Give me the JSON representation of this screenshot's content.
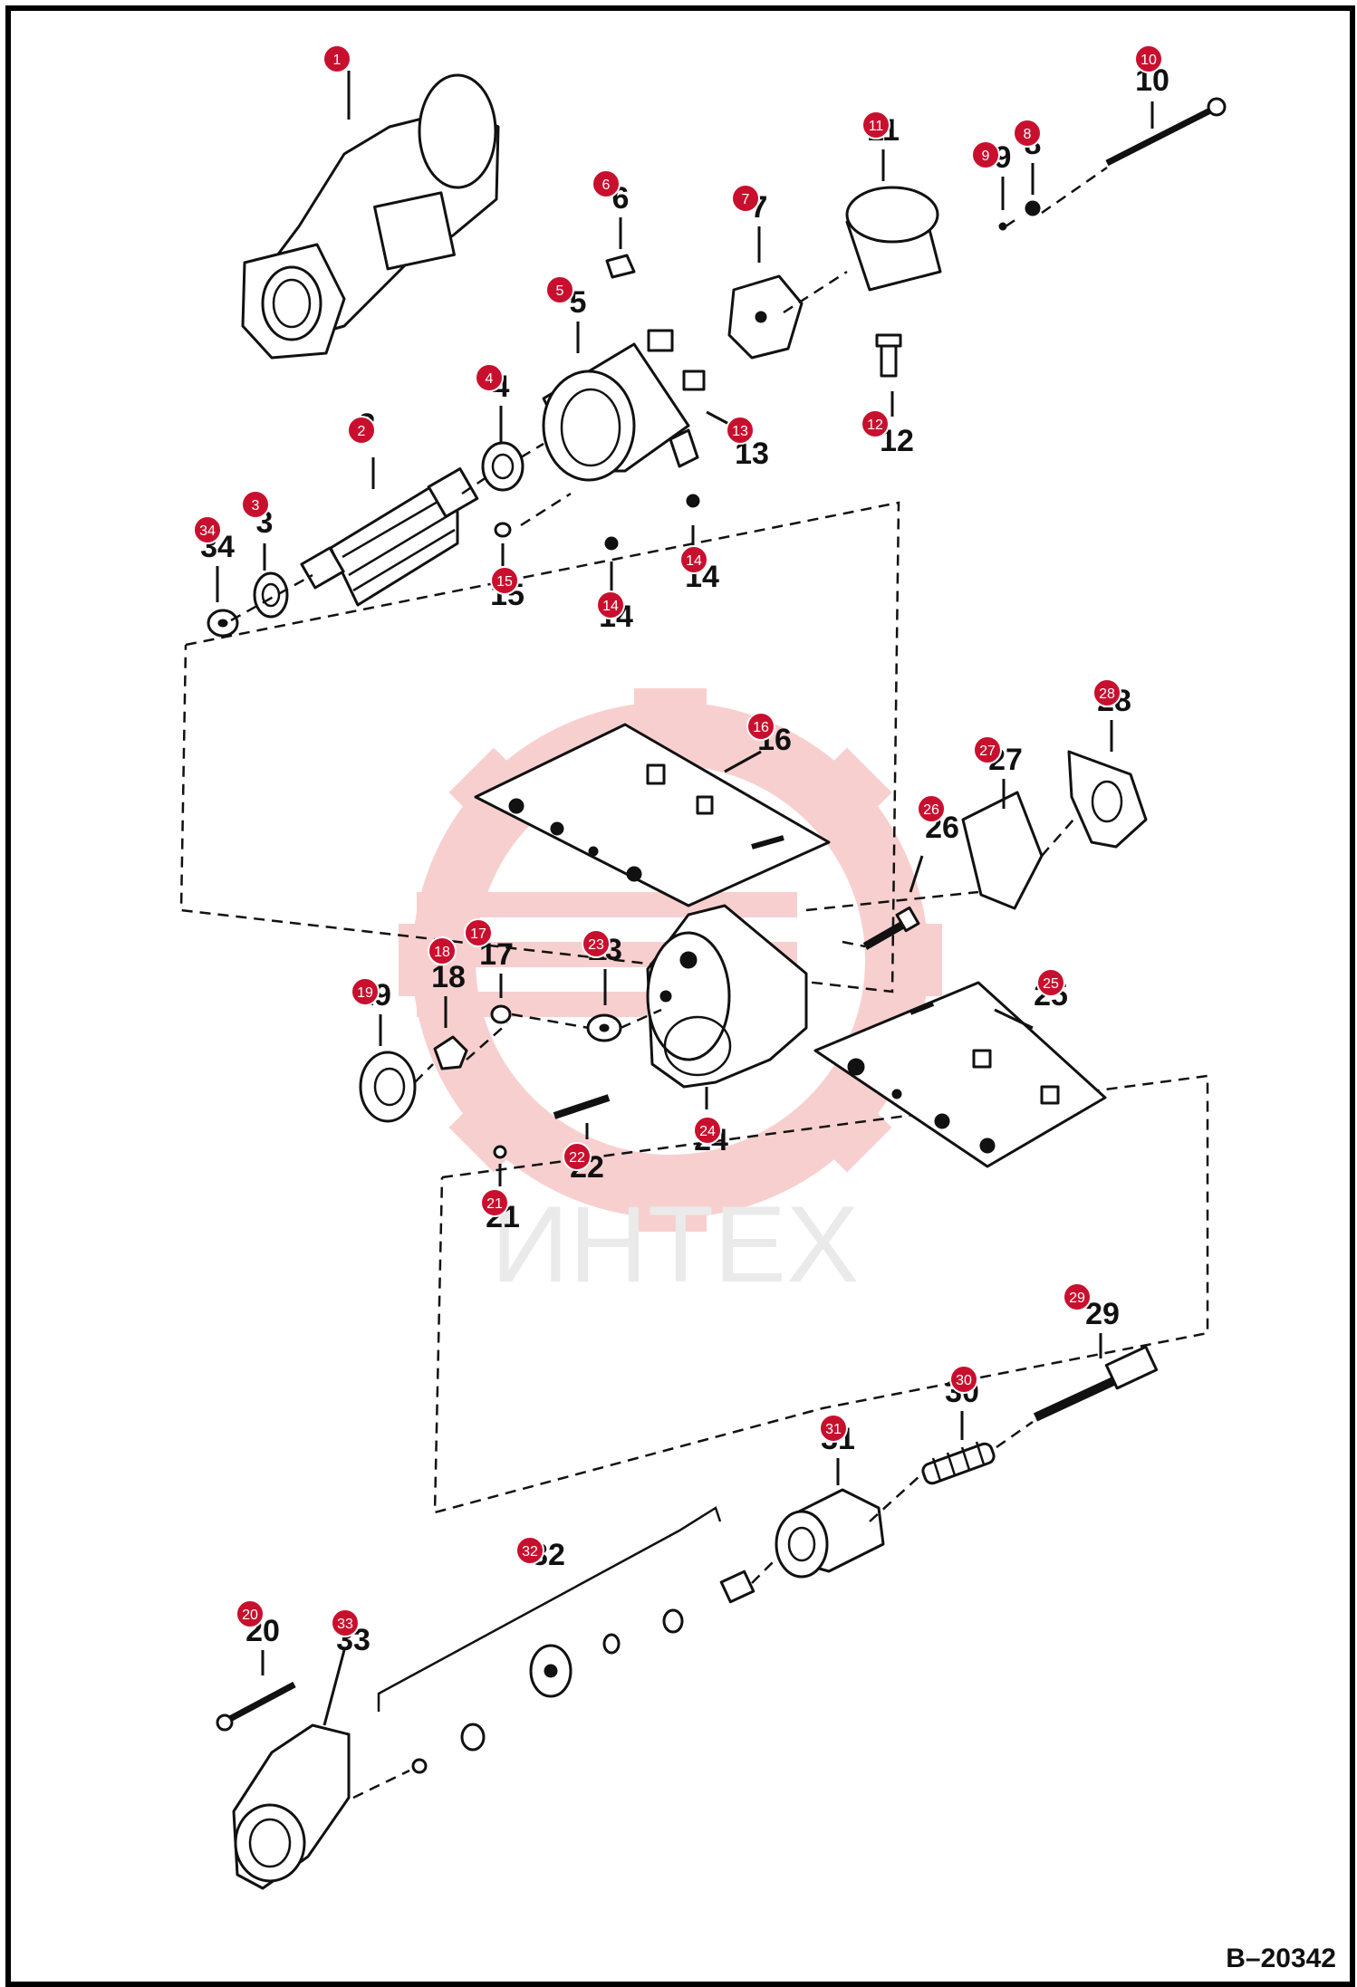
{
  "drawing": {
    "code": "B–20342",
    "watermark_text": "ИНТЕХ",
    "watermark_color": "#f4a9a9",
    "badge_color": "#c8102e"
  },
  "callouts": [
    {
      "n": "1"
    },
    {
      "n": "2"
    },
    {
      "n": "3"
    },
    {
      "n": "4"
    },
    {
      "n": "5"
    },
    {
      "n": "6"
    },
    {
      "n": "7"
    },
    {
      "n": "8"
    },
    {
      "n": "9"
    },
    {
      "n": "10"
    },
    {
      "n": "11"
    },
    {
      "n": "12"
    },
    {
      "n": "13"
    },
    {
      "n": "14"
    },
    {
      "n": "14"
    },
    {
      "n": "15"
    },
    {
      "n": "16"
    },
    {
      "n": "17"
    },
    {
      "n": "18"
    },
    {
      "n": "19"
    },
    {
      "n": "20"
    },
    {
      "n": "21"
    },
    {
      "n": "22"
    },
    {
      "n": "23"
    },
    {
      "n": "24"
    },
    {
      "n": "25"
    },
    {
      "n": "26"
    },
    {
      "n": "27"
    },
    {
      "n": "28"
    },
    {
      "n": "29"
    },
    {
      "n": "30"
    },
    {
      "n": "31"
    },
    {
      "n": "32"
    },
    {
      "n": "33"
    },
    {
      "n": "34"
    }
  ]
}
